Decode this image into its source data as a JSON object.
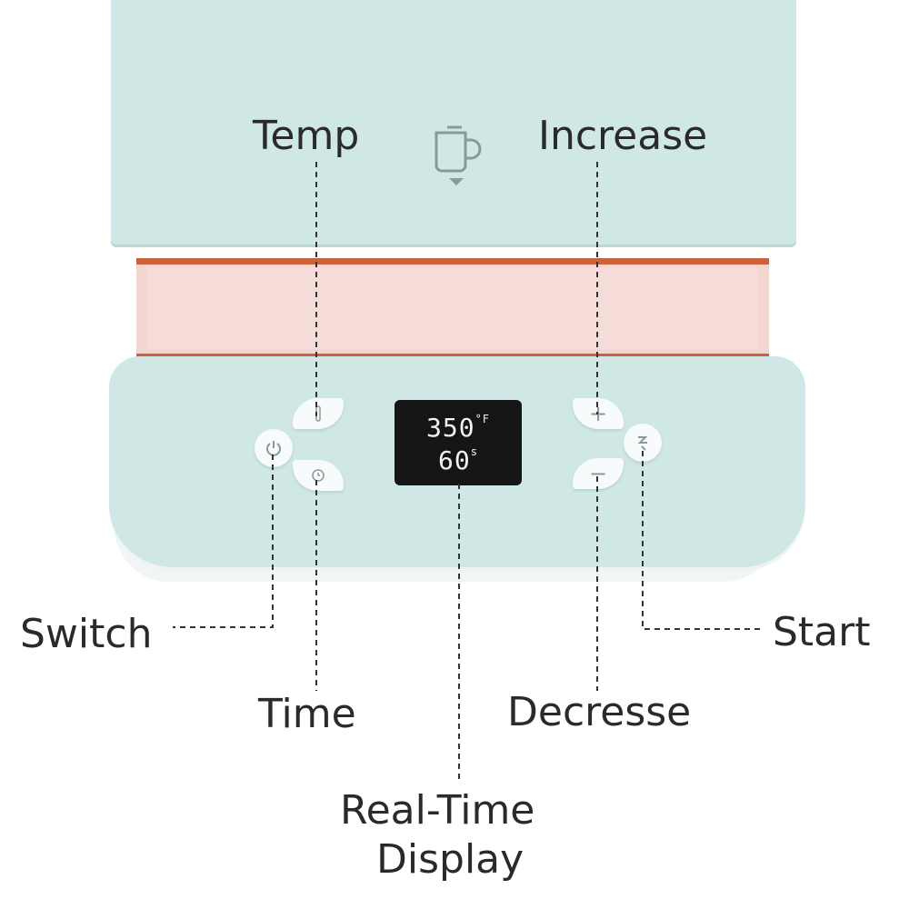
{
  "labels": {
    "temp": "Temp",
    "increase": "Increase",
    "switch": "Switch",
    "start": "Start",
    "time": "Time",
    "decrease": "Decresse",
    "display_line1": "Real-Time",
    "display_line2": "Display"
  },
  "display": {
    "temperature": "350",
    "temperature_unit": "°F",
    "time": "60",
    "time_unit": "s"
  },
  "buttons": {
    "increase_symbol": "+",
    "decrease_symbol": "−"
  },
  "colors": {
    "body": "#cfe8e6",
    "plate": "#f3d6d2",
    "plate_edge": "#c9623d",
    "screen": "#151515"
  }
}
